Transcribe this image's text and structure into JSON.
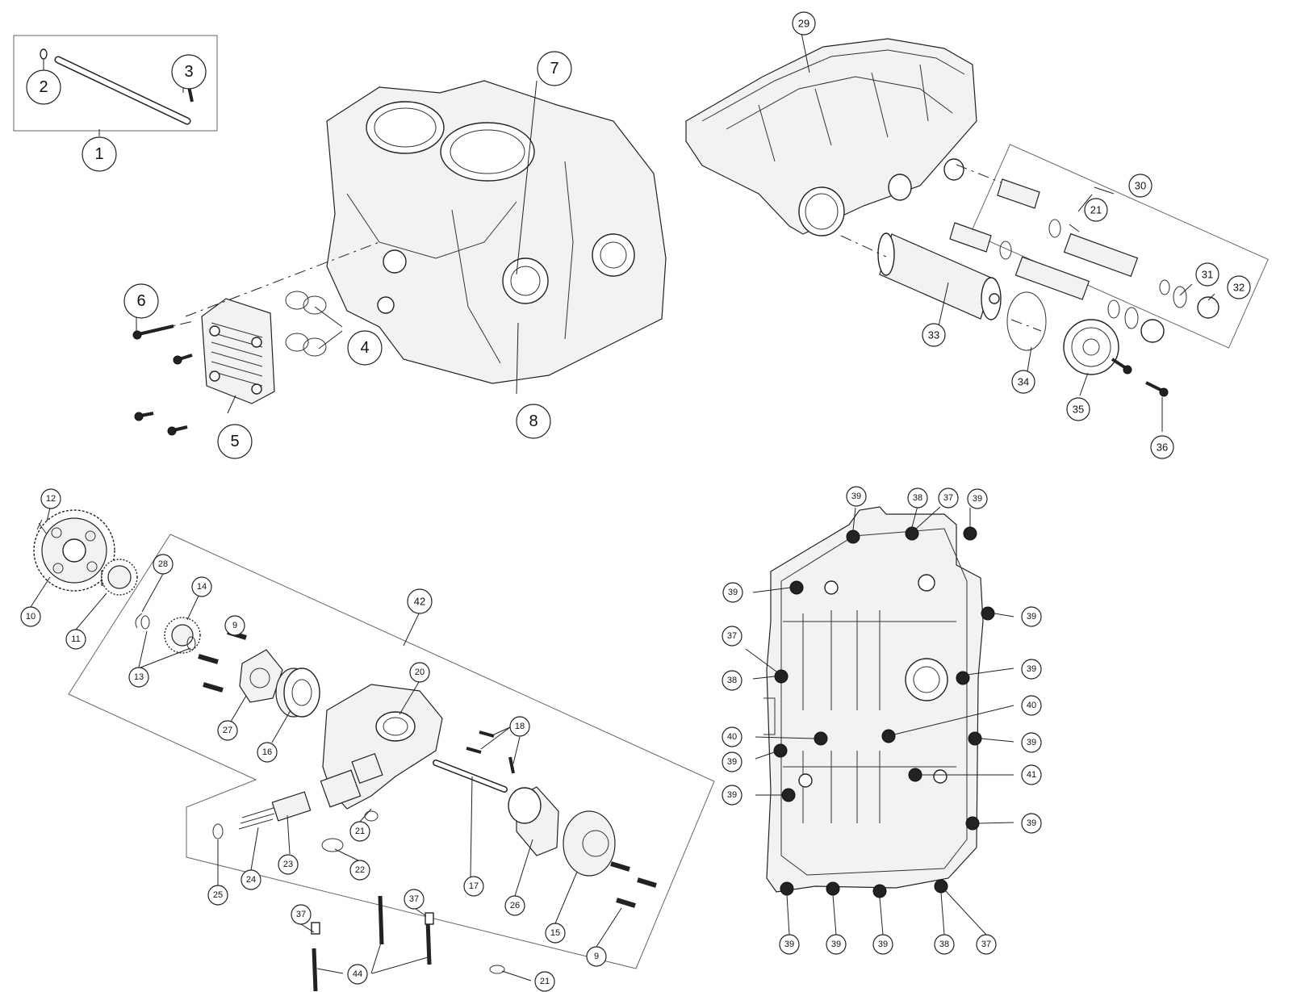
{
  "callouts": {
    "sec1": [
      "1",
      "2",
      "3",
      "4",
      "5",
      "6",
      "7",
      "8"
    ],
    "sec2": [
      "29",
      "30",
      "21",
      "31",
      "32",
      "33",
      "34",
      "35",
      "36"
    ],
    "sec3": [
      "12",
      "10",
      "11",
      "28",
      "14",
      "13",
      "9",
      "27",
      "16",
      "20",
      "42",
      "18",
      "21",
      "22",
      "23",
      "24",
      "25",
      "17",
      "26",
      "15",
      "9",
      "37",
      "37",
      "44",
      "21"
    ],
    "sec4": [
      "39",
      "38",
      "37",
      "39",
      "39",
      "39",
      "37",
      "38",
      "39",
      "40",
      "40",
      "39",
      "39",
      "39",
      "41",
      "39",
      "39",
      "39",
      "39",
      "38",
      "37"
    ]
  }
}
